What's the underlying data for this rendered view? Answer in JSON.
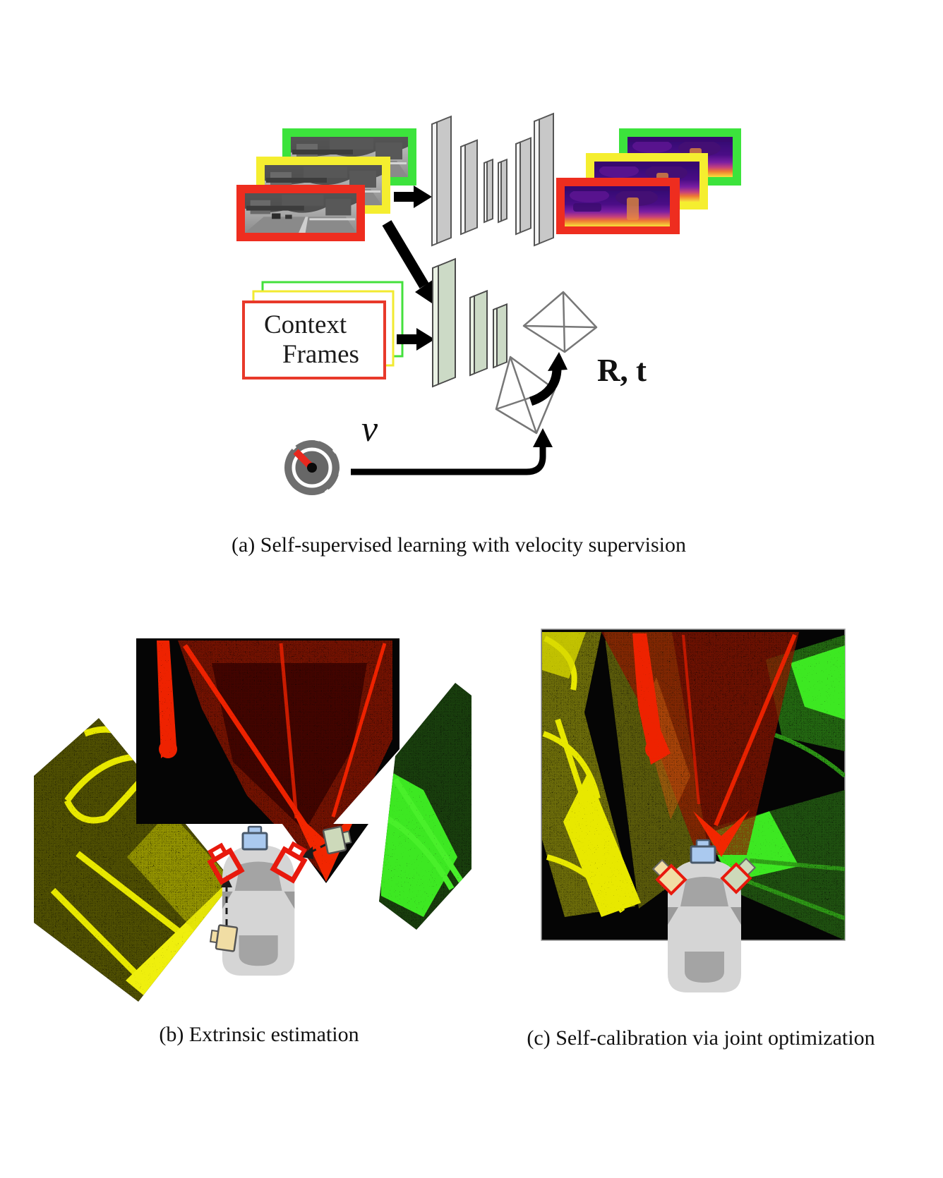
{
  "figure": {
    "panel_a": {
      "caption": "(a) Self-supervised learning with velocity supervision",
      "context_line1": "Context",
      "context_line2": "Frames",
      "pose_label": "R, t",
      "velocity_label": "v"
    },
    "panel_b": {
      "caption": "(b) Extrinsic estimation"
    },
    "panel_c": {
      "caption": "(c) Self-calibration via joint optimization"
    },
    "colors": {
      "frame_red": "#ee2d1f",
      "frame_yellow": "#f5ee2f",
      "frame_green": "#3ce33c",
      "slab_gray": "#c8c8c8",
      "pose_slab_green": "#ccdac6",
      "panel_black": "#050505",
      "cloud_red_dim": "#8f1200",
      "cloud_red_bright": "#ee2000",
      "cloud_yellow_dim": "#9a9a08",
      "cloud_yellow_bright": "#e8e800",
      "cloud_green_dim": "#2d7a14",
      "cloud_green_bright": "#3ee822",
      "car_gray": "#d5d5d5",
      "cam_blue": "#aac9ef",
      "cam_beige": "#f1dda4",
      "cam_sage": "#cdd9ba",
      "cam_wire_red": "#e8190d",
      "needle_red": "#e8281e",
      "arrow_black": "#000000"
    }
  }
}
